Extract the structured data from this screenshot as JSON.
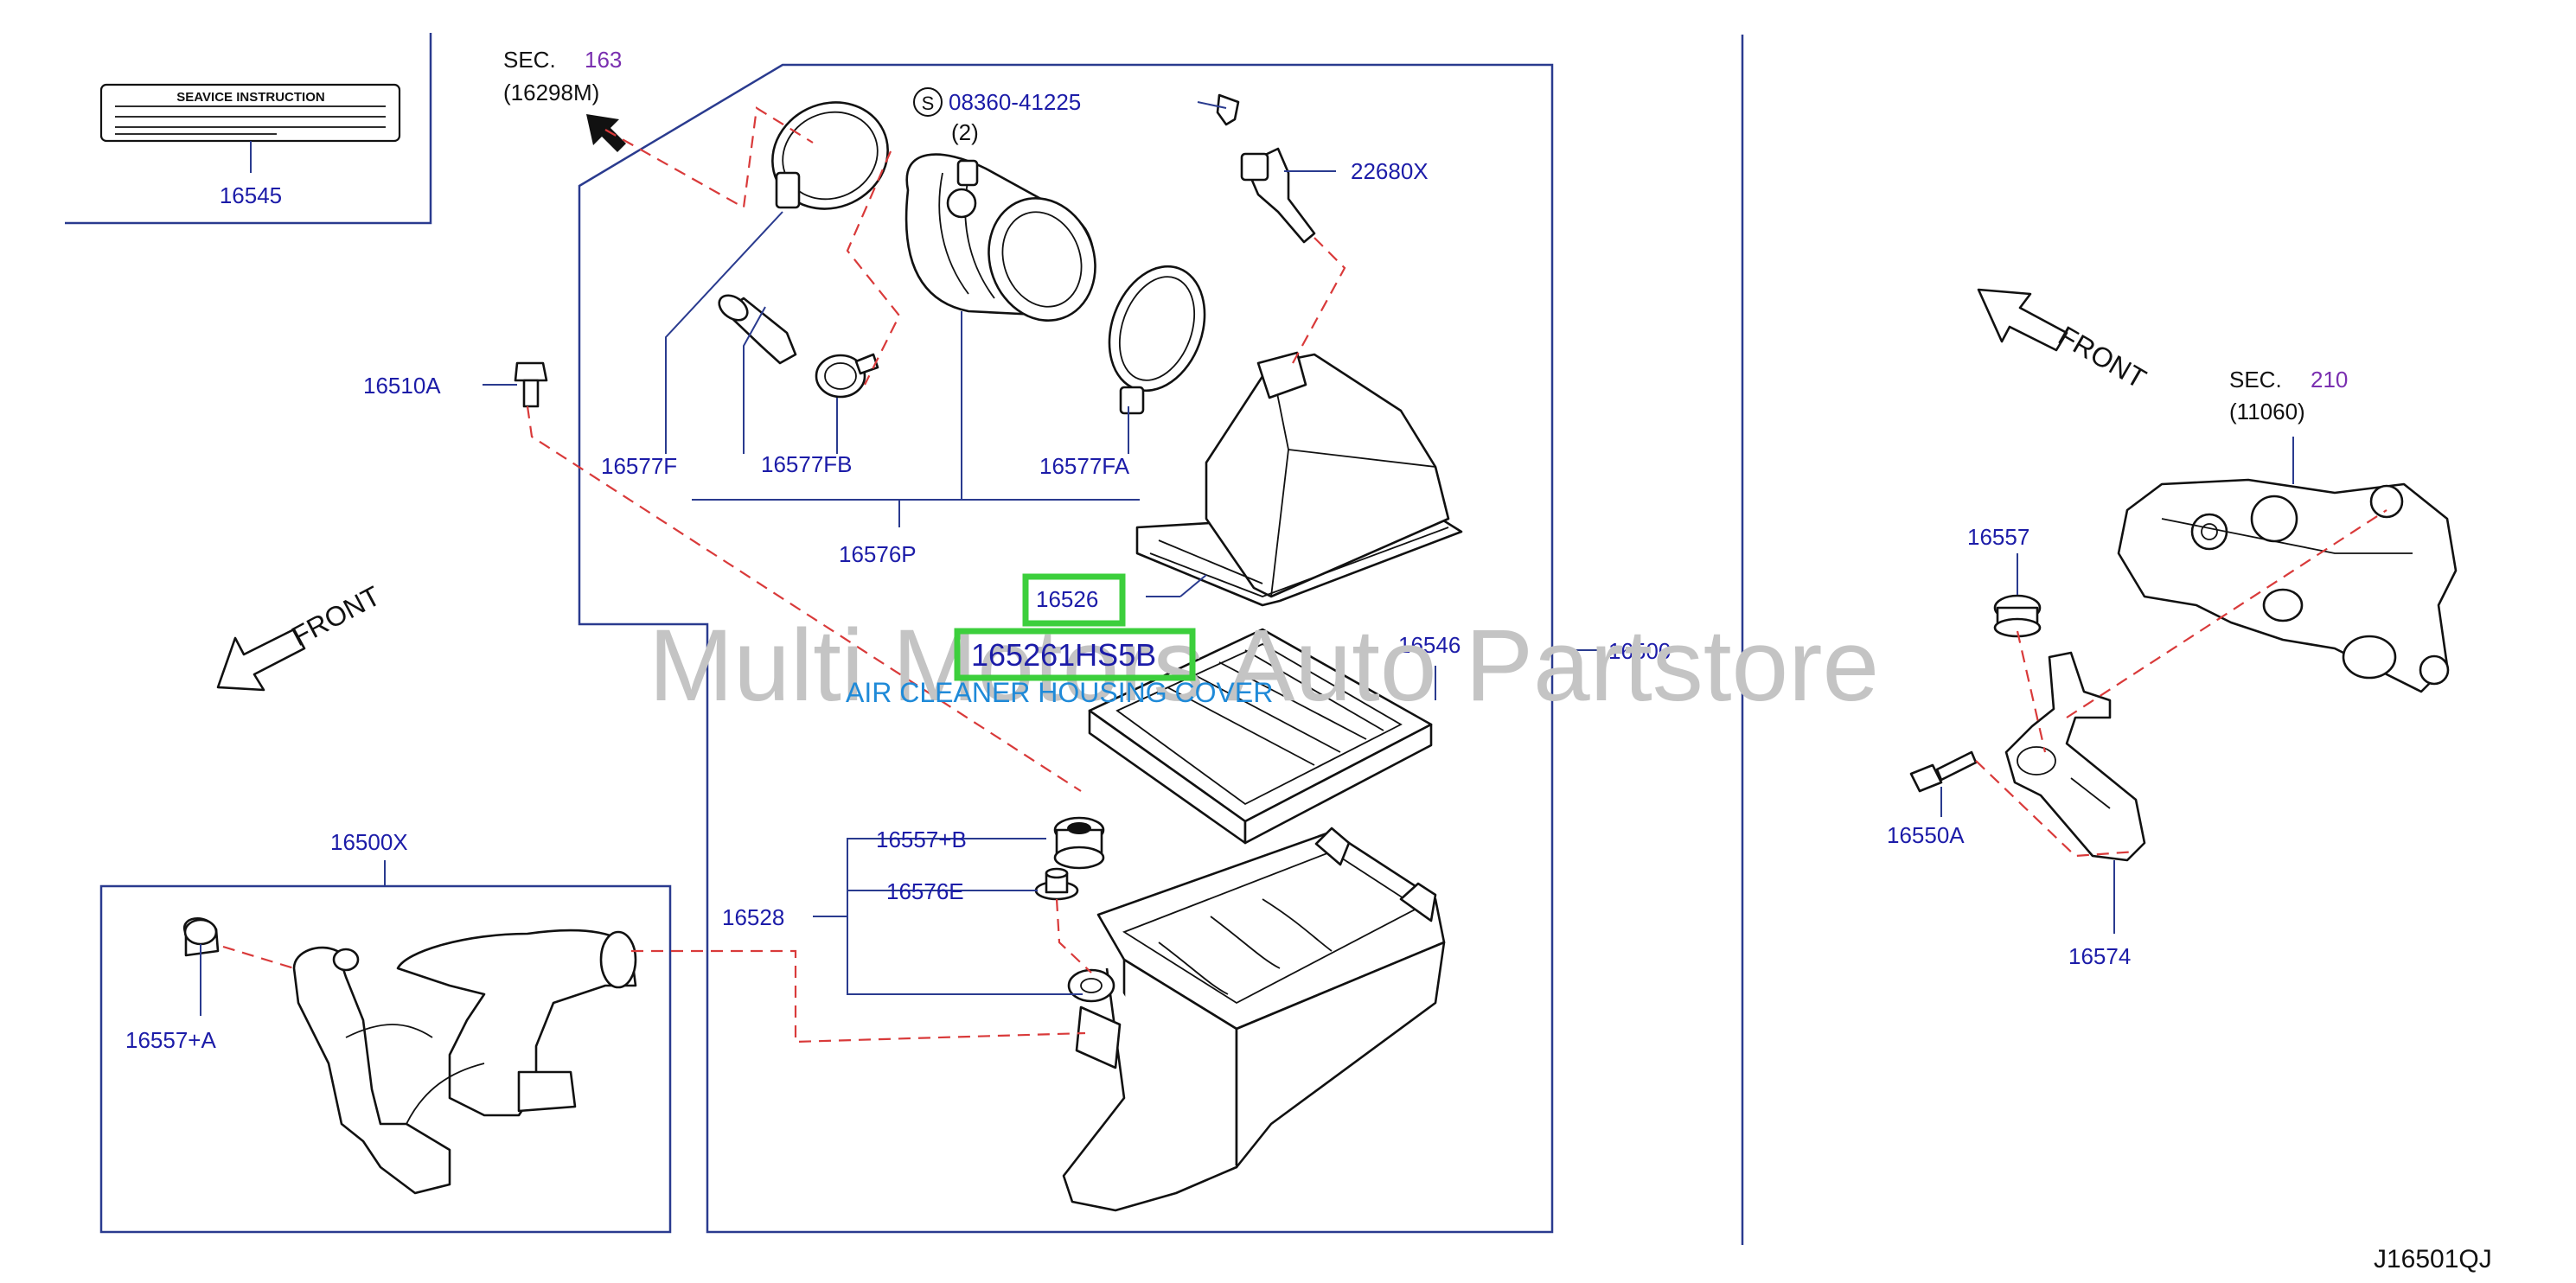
{
  "diagram_code": "J16501QJ",
  "watermark": "Multi Motors Auto Partstore",
  "service_instruction": {
    "card_title": "SEAVICE   INSTRUCTION",
    "part": "16545"
  },
  "sec163": {
    "sec": "SEC.",
    "num": "163",
    "code": "(16298M)"
  },
  "sec210": {
    "sec": "SEC.",
    "num": "210",
    "code": "(11060)"
  },
  "bolt_ref": {
    "circle": "S",
    "number": "08360-41225",
    "qty": "(2)"
  },
  "front_left": "FRONT",
  "front_right": "FRONT",
  "highlight": {
    "code": "165261HS5B",
    "description": "AIR CLEANER HOUSING COVER"
  },
  "parts": {
    "p22680X": "22680X",
    "p16510A": "16510A",
    "p16577F": "16577F",
    "p16577FB": "16577FB",
    "p16577FA": "16577FA",
    "p16576P": "16576P",
    "p16526": "16526",
    "p16546": "16546",
    "p16500": "16500",
    "p16500X": "16500X",
    "p16557A": "16557+A",
    "p16557B": "16557+B",
    "p16576E": "16576E",
    "p16528": "16528",
    "p16557": "16557",
    "p16550A": "16550A",
    "p16574": "16574"
  }
}
